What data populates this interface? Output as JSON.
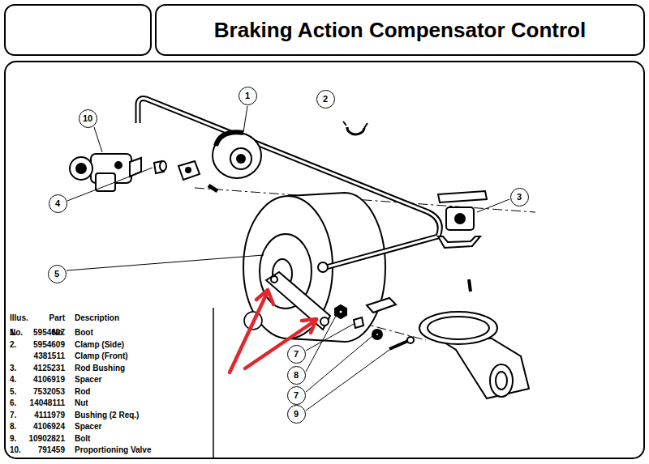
{
  "diagram": {
    "title": "Braking Action Compensator Control",
    "nodes": [
      {
        "text": [
          "1"
        ]
      },
      {
        "text": [
          "2"
        ]
      },
      {
        "text": [
          "10"
        ]
      },
      {
        "text": [
          "3"
        ]
      },
      {
        "text": [
          "4"
        ]
      },
      {
        "text": [
          "5"
        ]
      },
      {
        "text": [
          "7"
        ]
      },
      {
        "text": [
          "8"
        ]
      },
      {
        "text": [
          "7"
        ]
      },
      {
        "text": [
          "9"
        ]
      }
    ],
    "labels": [
      "Illus. No.",
      "Part No.",
      "Description",
      "1.",
      "5954607",
      "Boot",
      "2.",
      "5954609",
      "Clamp (Side)",
      "4381511",
      "Clamp (Front)",
      "3.",
      "4125231",
      "Rod Bushing",
      "4.",
      "4106919",
      "Spacer",
      "5.",
      "7532053",
      "Rod",
      "6.",
      "14048111",
      "Nut",
      "7.",
      "4111979",
      "Bushing (2 Req.)",
      "8.",
      "4106924",
      "Spacer",
      "9.",
      "10902821",
      "Bolt",
      "10.",
      "791459",
      "Proportioning Valve"
    ]
  }
}
